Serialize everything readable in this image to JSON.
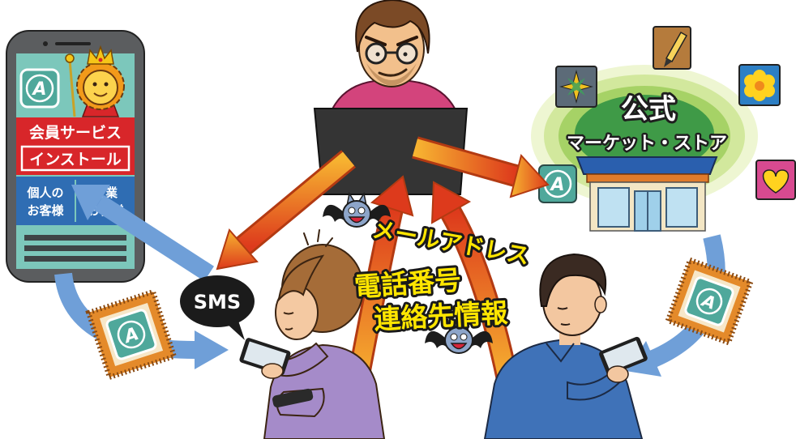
{
  "phone": {
    "app_icon_letter": "A",
    "member_service": "会員サービス",
    "install_button": "インストール",
    "personal": [
      "個人の",
      "お客様"
    ],
    "corporate": [
      "企業",
      "お客様"
    ]
  },
  "sms_bubble": "SMS",
  "store": {
    "title": "公式",
    "subtitle": "マーケット・ストア",
    "app_icon_letter": "A",
    "app_icons": [
      "pencil-icon",
      "compass-icon",
      "flower-icon",
      "heart-icon",
      "app-a-icon"
    ]
  },
  "stolen_data": [
    "メールアドレス",
    "電話番号",
    "連絡先情報"
  ],
  "malicious_app": {
    "icon_letter": "A"
  },
  "colors": {
    "member_band": "#d8262a",
    "blue_arrow": "#6f9fd8",
    "orange_arrow_start": "#f7b531",
    "orange_arrow_end": "#dd3a1c",
    "highlight_text": "#ffe600",
    "app_icon": "#4fa89b"
  }
}
